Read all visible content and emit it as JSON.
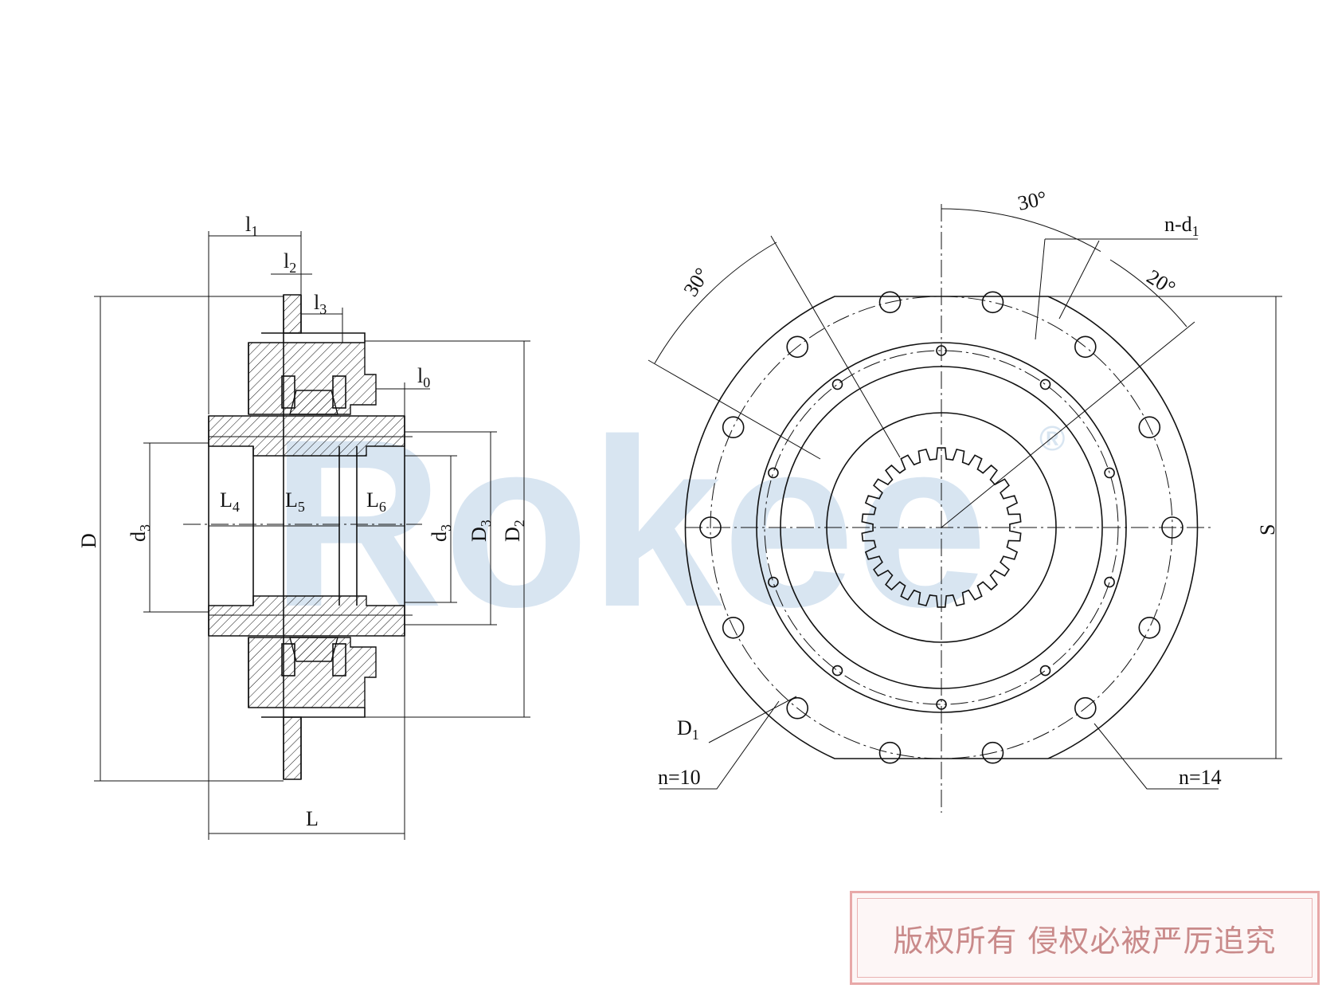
{
  "watermark": {
    "brand": "Rokee",
    "registered_mark": "®"
  },
  "copyright_notice": "版权所有 侵权必被严厉追究",
  "section_view": {
    "labels": {
      "l1": {
        "main": "l",
        "sub": "1"
      },
      "l2": {
        "main": "l",
        "sub": "2"
      },
      "l3": {
        "main": "l",
        "sub": "3"
      },
      "l0": {
        "main": "l",
        "sub": "0"
      },
      "L4": {
        "main": "L",
        "sub": "4"
      },
      "L5": {
        "main": "L",
        "sub": "5"
      },
      "L6": {
        "main": "L",
        "sub": "6"
      },
      "D": {
        "main": "D",
        "sub": ""
      },
      "d3_left": {
        "main": "d",
        "sub": "3"
      },
      "d3_right": {
        "main": "d",
        "sub": "3"
      },
      "D3": {
        "main": "D",
        "sub": "3"
      },
      "D2": {
        "main": "D",
        "sub": "2"
      },
      "L": {
        "main": "L",
        "sub": ""
      }
    }
  },
  "end_view": {
    "labels": {
      "angle_top": "30°",
      "angle_left": "30°",
      "angle_right": "20°",
      "n_d1": {
        "main": "n-d",
        "sub": "1"
      },
      "D1": {
        "main": "D",
        "sub": "1"
      },
      "n10": "n=10",
      "n14": "n=14",
      "S": "S"
    },
    "outer_bolt_holes": 14,
    "inner_bolt_holes": 10,
    "spline_teeth": 26
  }
}
